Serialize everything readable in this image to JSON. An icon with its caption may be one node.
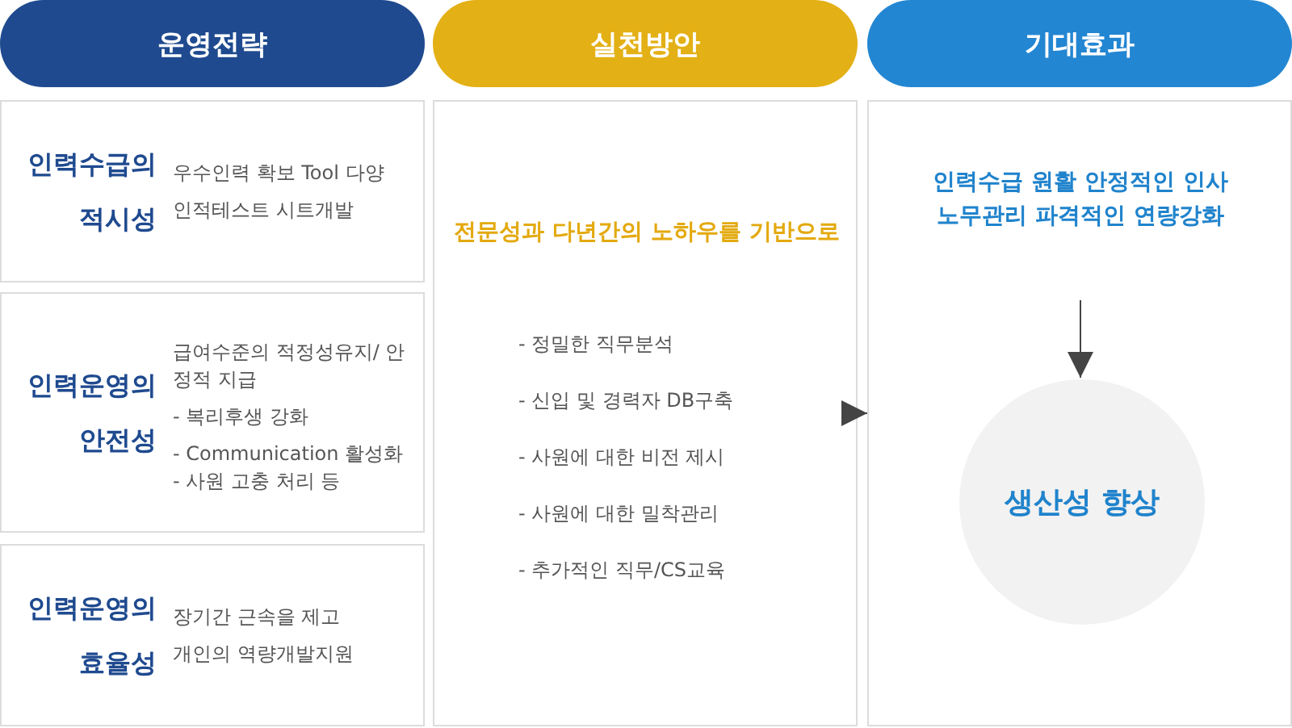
{
  "diagram": {
    "nodes": [
      {
        "text": [
          "운영전략"
        ]
      },
      {
        "text": [
          "실천방안"
        ]
      },
      {
        "text": [
          "기대효과"
        ]
      },
      {
        "text": [
          "인력수급의 적시성",
          "우수인력 확보 Tool 다양",
          "인적테스트 시트개발"
        ]
      },
      {
        "text": [
          "인력운영의 안전성",
          "급여수준의 적정성유지/ 안정적 지급",
          "- 복리후생 강화",
          "- Communication 활성화",
          "- 사원 고충 처리 등"
        ]
      },
      {
        "text": [
          "인력운영의 효율성",
          "장기간 근속을 제고",
          "개인의 역량개발지원"
        ]
      },
      {
        "text": [
          "전문성과 다년간의 노하우를 기반으로",
          "- 정밀한 직무분석",
          "- 신입 및 경력자 DB구축",
          "- 사원에 대한 비전 제시",
          "- 사원에 대한 밀착관리",
          "- 추가적인 직무/CS교육"
        ]
      },
      {
        "text": [],
        "shape": "box"
      },
      {
        "text": [
          "인력수급 원활 안정적인 인사노무관리 파격적인 연량강화"
        ],
        "in": 7
      },
      {
        "text": [
          "생산성 향상"
        ],
        "in": 7
      }
    ],
    "edges": [
      {
        "from": 6,
        "to": 7,
        "arrow": "to"
      },
      {
        "from": 8,
        "to": 9,
        "arrow": "to"
      }
    ]
  }
}
